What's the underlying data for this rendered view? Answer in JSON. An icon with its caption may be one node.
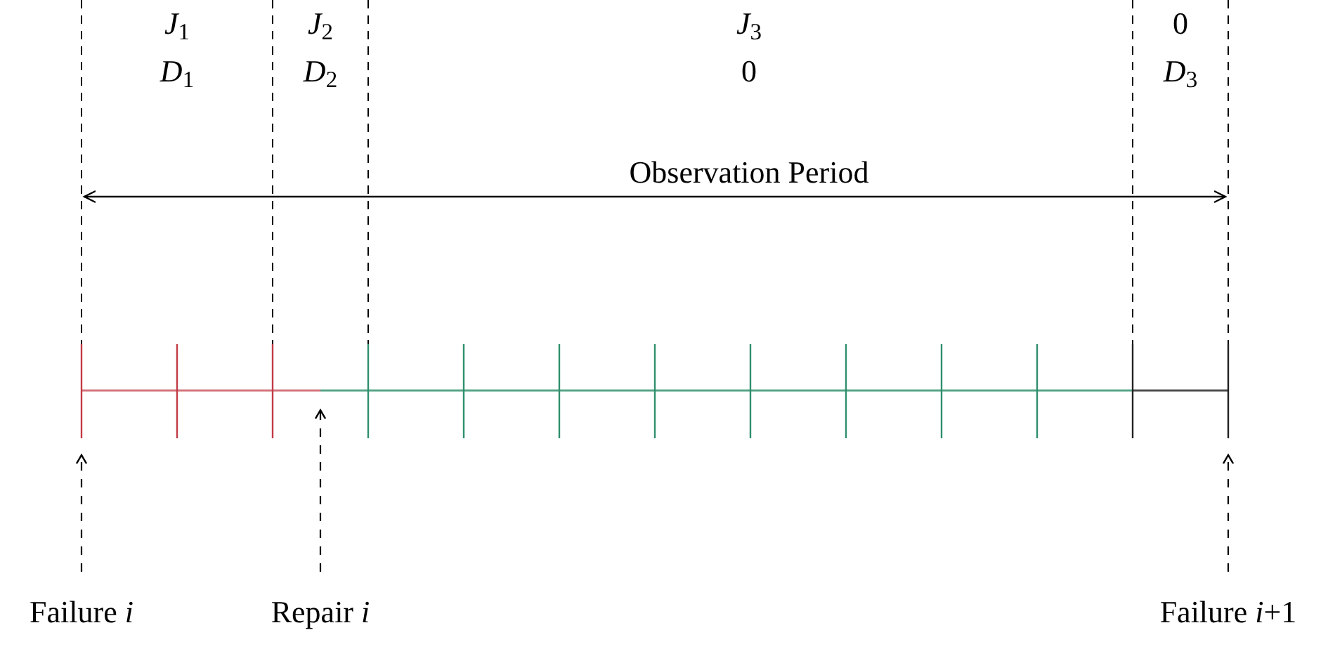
{
  "diagram": {
    "nodes": [
      {
        "text": [
          "Failure *i*"
        ]
      },
      {
        "text": [
          "Repair *i*"
        ]
      },
      {
        "text": [
          "Failure *i*+1"
        ]
      }
    ],
    "edges": [
      {
        "from": 0,
        "to": null,
        "arrow": "to",
        "style": "dashed"
      },
      {
        "from": 1,
        "to": null,
        "arrow": "to",
        "style": "dashed"
      },
      {
        "from": 2,
        "to": null,
        "arrow": "to",
        "style": "dashed"
      }
    ],
    "labels": [
      "*J*$_{1}$",
      "*D*$_{1}$",
      "*J*$_{2}$",
      "*D*$_{2}$",
      "*J*$_{3}$",
      "0",
      "0",
      "*D*$_{3}$",
      "Observation Period"
    ]
  }
}
